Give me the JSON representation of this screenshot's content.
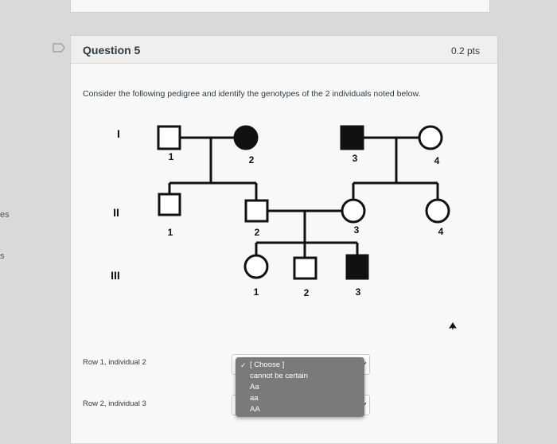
{
  "left_fragments": [
    "es",
    "s"
  ],
  "question": {
    "title": "Question 5",
    "points": "0.2 pts",
    "text": "Consider the following pedigree and identify the genotypes of the 2 individuals noted below."
  },
  "pedigree": {
    "generations": [
      "I",
      "II",
      "III"
    ],
    "individual_numbers": {
      "gen1": [
        "1",
        "2",
        "3",
        "4"
      ],
      "gen2": [
        "1",
        "2",
        "3",
        "4"
      ],
      "gen3": [
        "1",
        "2",
        "3"
      ]
    }
  },
  "answers": {
    "rows": [
      {
        "label": "Row 1, individual 2"
      },
      {
        "label": "Row 2, individual 3"
      }
    ],
    "dropdown_options": [
      {
        "label": "[ Choose ]",
        "checked": true
      },
      {
        "label": "cannot be certain",
        "checked": false
      },
      {
        "label": "Aa",
        "checked": false
      },
      {
        "label": "aa",
        "checked": false
      },
      {
        "label": "AA",
        "checked": false
      }
    ],
    "check_glyph": "✓"
  },
  "colors": {
    "text": "#2d3b45",
    "dropdown_bg": "#7a7a7a",
    "affected_fill": "#111111"
  }
}
